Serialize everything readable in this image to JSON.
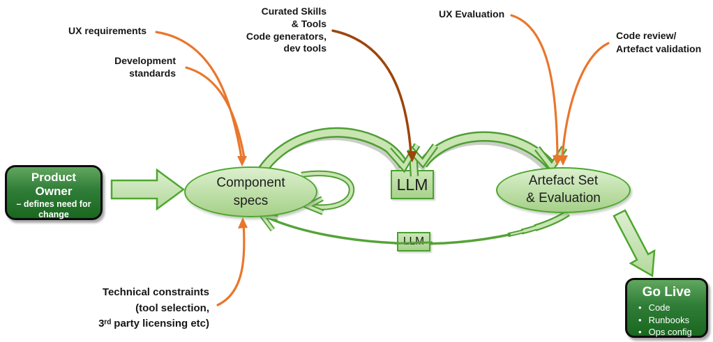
{
  "nodes": {
    "product_owner": {
      "title": "Product Owner",
      "subtitle": "– defines need for change"
    },
    "component_specs": {
      "line1": "Component",
      "line2": "specs"
    },
    "llm": {
      "label": "LLM"
    },
    "artefact": {
      "line1": "Artefact Set",
      "line2": "& Evaluation"
    },
    "llm_small": {
      "label": "LLM"
    },
    "go_live": {
      "title": "Go Live",
      "items": [
        "Code",
        "Runbooks",
        "Ops config"
      ]
    }
  },
  "annotations": {
    "ux_requirements": {
      "text": "UX requirements"
    },
    "development_standards": {
      "line1": "Development",
      "line2": "standards"
    },
    "curated": {
      "line1": "Curated Skills",
      "line2": "& Tools",
      "line3": "Code generators,",
      "line4": "dev tools"
    },
    "ux_evaluation": {
      "text": "UX Evaluation"
    },
    "code_review": {
      "line1": "Code review/",
      "line2": "Artefact validation"
    },
    "technical": {
      "line1": "Technical constraints",
      "line2": "(tool selection,",
      "line3": "3ʳᵈ party licensing etc)"
    }
  },
  "colors": {
    "green_dark_box": "#2f7d37",
    "green_border": "#4ea72e",
    "green_fill_light": "#c3e2ae",
    "orange": "#e9762c",
    "dark_red": "#9d4509"
  }
}
